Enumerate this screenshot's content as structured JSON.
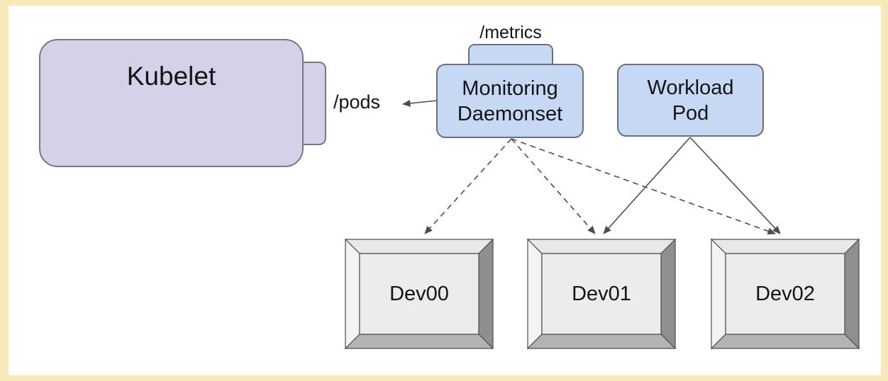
{
  "diagram": {
    "nodes": {
      "kubelet": {
        "label": "Kubelet"
      },
      "monitoring_daemonset": {
        "line1": "Monitoring",
        "line2": "Daemonset"
      },
      "workload_pod": {
        "line1": "Workload",
        "line2": "Pod"
      }
    },
    "endpoints": {
      "pods": {
        "label": "/pods"
      },
      "metrics": {
        "label": "/metrics"
      }
    },
    "devices": [
      {
        "label": "Dev00"
      },
      {
        "label": "Dev01"
      },
      {
        "label": "Dev02"
      }
    ],
    "edges": [
      {
        "from": "Monitoring Daemonset",
        "to": "Kubelet /pods",
        "style": "solid-arrow"
      },
      {
        "from": "Monitoring Daemonset",
        "to": "Dev00",
        "style": "dashed-arrow"
      },
      {
        "from": "Monitoring Daemonset",
        "to": "Dev01",
        "style": "dashed-arrow"
      },
      {
        "from": "Monitoring Daemonset",
        "to": "Dev02",
        "style": "dashed-arrow"
      },
      {
        "from": "Workload Pod",
        "to": "Dev01",
        "style": "solid-arrow"
      },
      {
        "from": "Workload Pod",
        "to": "Dev02",
        "style": "solid-arrow"
      }
    ],
    "colors": {
      "frame_border": "#f8e9b8",
      "kubelet_fill": "#d6d0e8",
      "pod_fill": "#c7d8f4",
      "connector": "#4d4d4d",
      "device_face": "#ececea",
      "device_bevel_dark": "#8f8f8f"
    }
  }
}
